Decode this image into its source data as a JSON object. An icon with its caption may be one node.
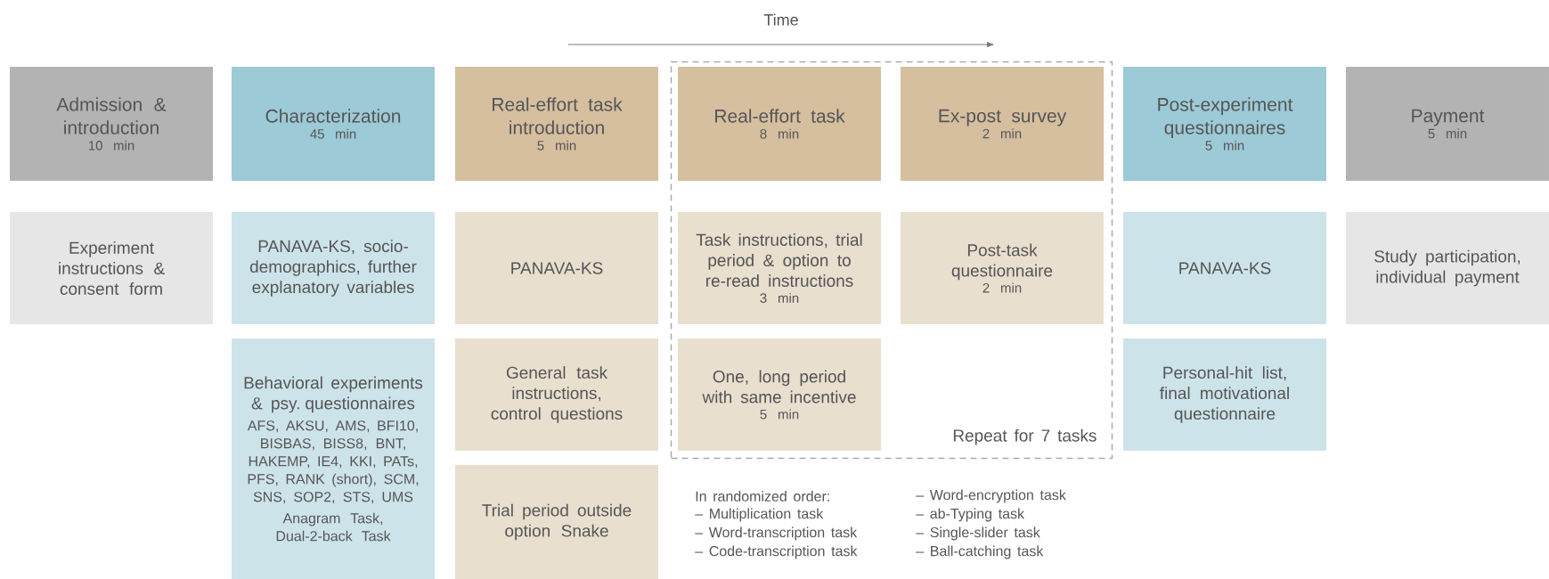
{
  "diagram": {
    "nodes": [
      {
        "text": [
          "Admission & introduction",
          "10 min"
        ]
      },
      {
        "text": [
          "Characterization",
          "45 min"
        ]
      },
      {
        "text": [
          "Real-effort task introduction",
          "5 min"
        ]
      },
      {
        "text": [
          "Repeat for 7 tasks"
        ]
      },
      {
        "text": [
          "Real-effort task",
          "8 min"
        ],
        "in": 3
      },
      {
        "text": [
          "Ex-post survey",
          "2 min"
        ],
        "in": 3
      },
      {
        "text": [
          "Post-experiment questionnaires",
          "5 min"
        ]
      },
      {
        "text": [
          "Payment",
          "5 min"
        ]
      },
      {
        "text": [
          "Experiment instructions & consent form"
        ]
      },
      {
        "text": [
          "PANAVA-KS, socio-demographics, further explanatory variables"
        ]
      },
      {
        "text": [
          "PANAVA-KS"
        ]
      },
      {
        "text": [
          "Task instructions, trial period & option to re-read instructions",
          "3 min"
        ],
        "in": 3
      },
      {
        "text": [
          "Post-task questionnaire",
          "2 min"
        ],
        "in": 3
      },
      {
        "text": [
          "PANAVA-KS"
        ]
      },
      {
        "text": [
          "Study participation, individual payment"
        ]
      },
      {
        "text": [
          "Behavioral experiments & psy. questionnaires",
          "AFS, AKSU, AMS, BFI10, BISBAS, BISS8, BNT, HAKEMP, IE4, KKI, PATs, PFS, RANK (short), SCM, SNS, SOP2, STS, UMS",
          "Anagram Task, Dual-2-back Task"
        ]
      },
      {
        "text": [
          "General task instructions, control questions"
        ]
      },
      {
        "text": [
          "One, long period with same incentive",
          "5 min"
        ],
        "in": 3
      },
      {
        "text": [
          "Personal-hit list, final motivational questionnaire"
        ]
      },
      {
        "text": [
          "Trial period outside option Snake"
        ]
      }
    ],
    "labels": [
      "Time",
      "In randomized order:",
      "– Multiplication task",
      "– Word-transcription task",
      "– Code-transcription task",
      "– Word-encryption task",
      "– ab-Typing task",
      "– Single-slider task",
      "– Ball-catching task"
    ]
  }
}
